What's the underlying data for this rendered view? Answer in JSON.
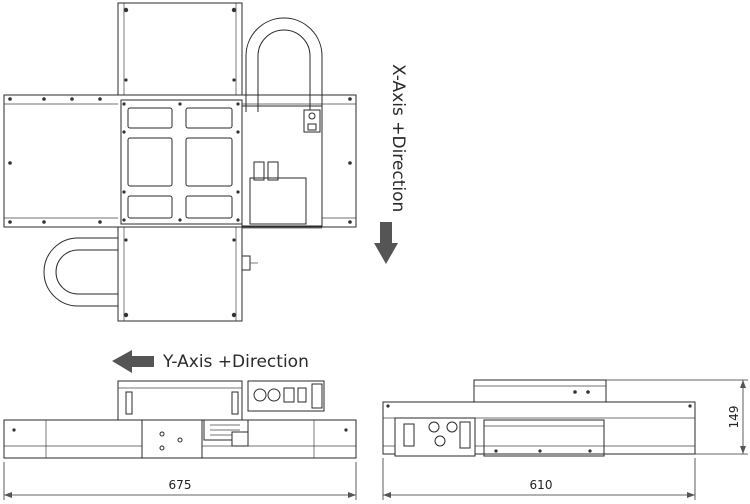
{
  "labels": {
    "x_axis": "X-Axis +Direction",
    "y_axis": "Y-Axis +Direction"
  },
  "dimensions": {
    "front_width": "675",
    "side_width": "610",
    "side_height": "149"
  },
  "colors": {
    "line": "#2a2a2a",
    "arrow": "#555555"
  }
}
